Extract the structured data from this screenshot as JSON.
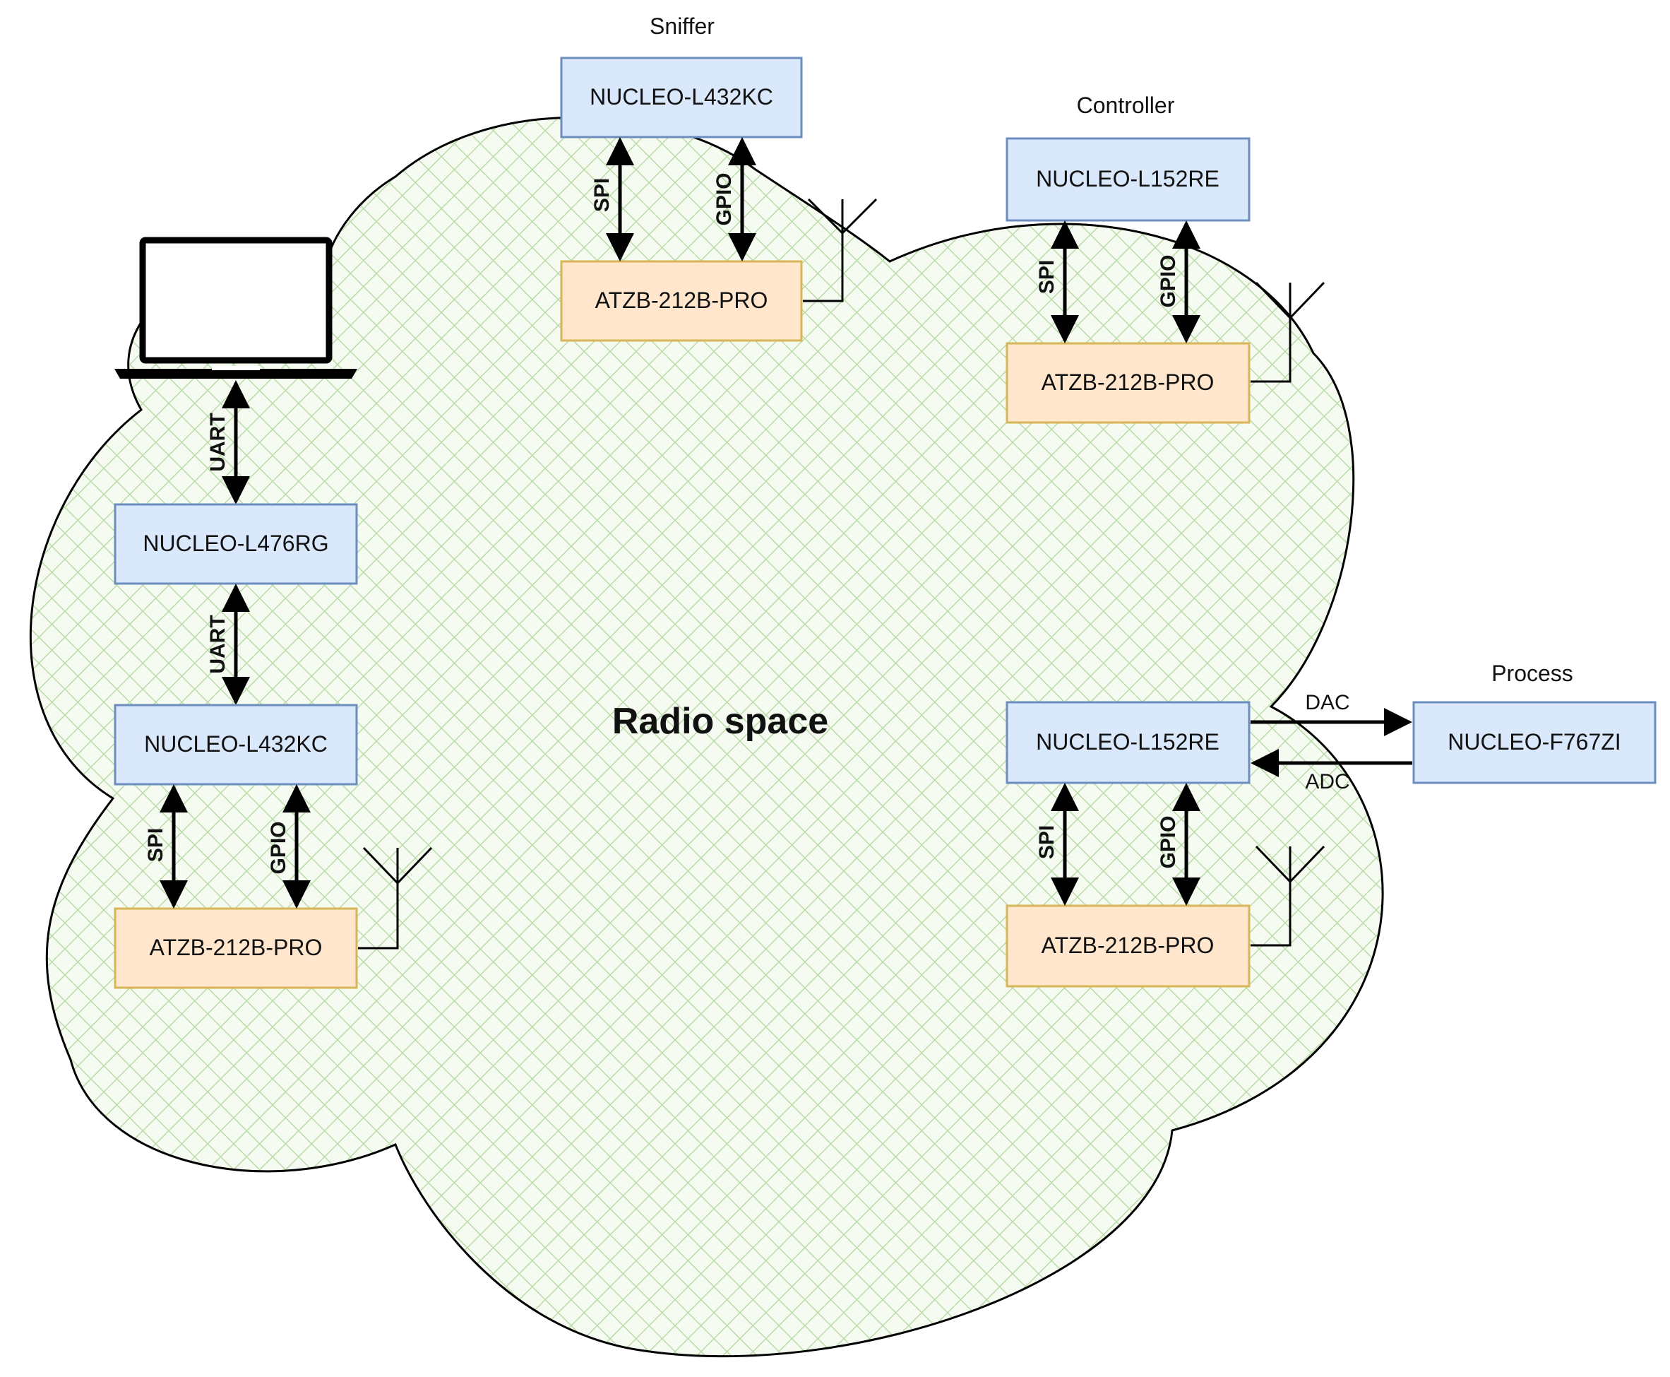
{
  "center_label": "Radio space",
  "groups": {
    "sniffer": {
      "title": "Sniffer",
      "mcu": "NUCLEO-L432KC",
      "radio": "ATZB-212B-PRO",
      "bus_left": "SPI",
      "bus_right": "GPIO"
    },
    "controller": {
      "title": "Controller",
      "mcu": "NUCLEO-L152RE",
      "radio": "ATZB-212B-PRO",
      "bus_left": "SPI",
      "bus_right": "GPIO"
    },
    "host": {
      "pc_icon": "laptop-icon",
      "uart_top": "UART",
      "bridge": "NUCLEO-L476RG",
      "uart_bottom": "UART",
      "mcu": "NUCLEO-L432KC",
      "radio": "ATZB-212B-PRO",
      "bus_left": "SPI",
      "bus_right": "GPIO"
    },
    "process_node": {
      "mcu": "NUCLEO-L152RE",
      "radio": "ATZB-212B-PRO",
      "bus_left": "SPI",
      "bus_right": "GPIO",
      "dac_label": "DAC",
      "adc_label": "ADC"
    },
    "process": {
      "title": "Process",
      "mcu": "NUCLEO-F767ZI"
    }
  },
  "colors": {
    "mcu_fill": "#dae8fc",
    "mcu_stroke": "#6c8ebf",
    "radio_fill": "#ffe6cc",
    "radio_stroke": "#d6b656",
    "cloud_hatch": "#b9dca8",
    "cloud_fill": "#f6fbf2"
  }
}
